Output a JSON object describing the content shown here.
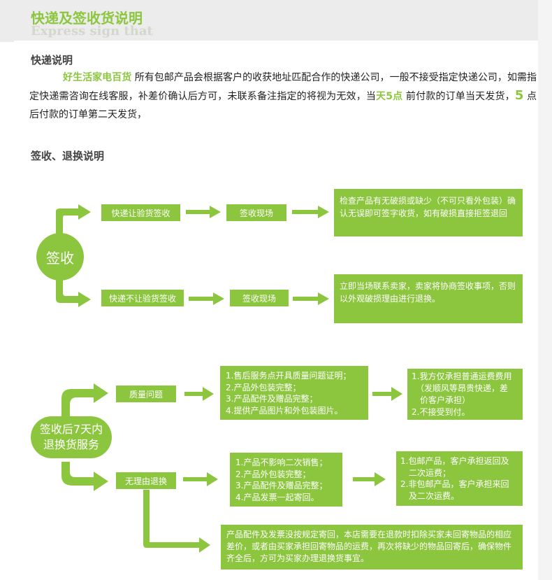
{
  "header": {
    "title": "快递及签收货说明",
    "subtitle": "Express sign that"
  },
  "express": {
    "heading": "快递说明",
    "brand": "好生活家电百货",
    "text1": " 所有包邮产品会根据客户的收获地址匹配合作的快递公司，一般不接受指定快递公司，如需指定快递需咨询在线客服，补差价确认后方可，未联系备注指定的将视为无效，当",
    "hl1": "天5点",
    "text2": " 前付款的订单当天发货，",
    "hl2": "5",
    "text3": " 点后付款的订单第二天发货，"
  },
  "sign": {
    "heading": "签收、退换说明",
    "circle": "签收",
    "row1": {
      "step1": "快递让验货签收",
      "step2": "签收现场",
      "result": "检查产品有无破损或缺少（不可只看外包装）确认无误即可签字收货，如有破损直接拒签退回"
    },
    "row2": {
      "step1": "快递不让验货签收",
      "step2": "签收现场",
      "result": "立即当场联系卖家，卖家将协商签收事项，否则以外观破损理由进行退换。"
    }
  },
  "returns": {
    "circle": "签收后7天内退换货服务",
    "quality": {
      "label": "质量问题",
      "conditions": [
        "1.售后服务点开具质量问题证明；",
        "2.产品外包装完整；",
        "3.产品配件及赠品完整；",
        "4.提供产品图片和外包装图片。"
      ],
      "policy": [
        "1.我方仅承担普通运费费用",
        "（发顺风等昂贵快递，差",
        "价客户承担）",
        "2.不接受到付。"
      ]
    },
    "noreason": {
      "label": "无理由退换",
      "conditions": [
        "1.产品不影响二次销售；",
        "2.产品外包装完整；",
        "3.产品配件及赠品完整；",
        "4.产品发票一起寄回。"
      ],
      "policy": [
        "1.包邮产品，客户承担返回及",
        "二次运费；",
        "2.非包邮产品，客户承担来回",
        "及二次运费。"
      ]
    },
    "note": "产品配件及发票没按规定寄回，本店需要在退款时扣除买家未回寄物品的相应差价，或者由买家承担回寄物品的运费，再次将缺少的物品回寄后，确保物件齐全后，方可为买家办理退换货事宜。"
  },
  "colors": {
    "accent": "#8cc63f"
  }
}
